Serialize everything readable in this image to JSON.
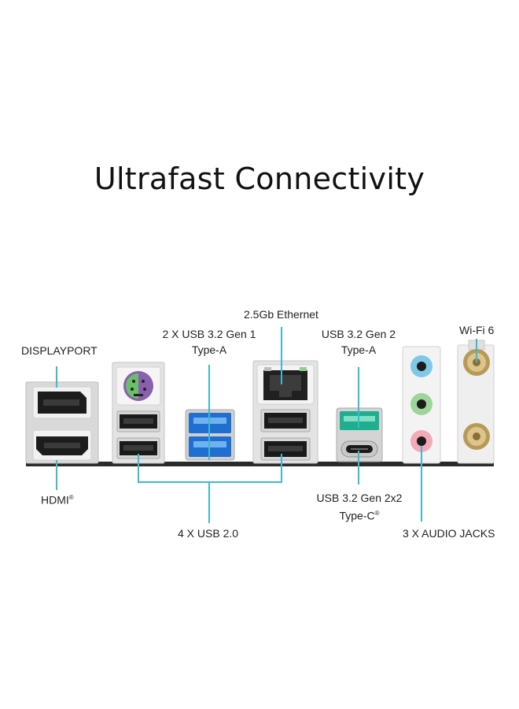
{
  "title": "Ultrafast Connectivity",
  "labels": {
    "ethernet": "2.5Gb Ethernet",
    "usb_gen1_line1": "2 X USB 3.2 Gen 1",
    "usb_gen1_line2": "Type-A",
    "usb_gen2_line1": "USB 3.2 Gen 2",
    "usb_gen2_line2": "Type-A",
    "wifi": "Wi-Fi 6",
    "displayport": "DISPLAYPORT",
    "hdmi": "HDMI",
    "hdmi_mark": "®",
    "usb20": "4 X USB 2.0",
    "usbc_line1": "USB 3.2 Gen 2x2",
    "usbc_line2": "Type-C",
    "usbc_mark": "®",
    "audio": "3 X AUDIO JACKS"
  },
  "colors": {
    "callout_line": "#3fb8d0",
    "usb3_blue": "#1f6fd1",
    "usb_gen2_teal": "#1fae8e",
    "audio_blue": "#7ec8e8",
    "audio_green": "#9fd49a",
    "audio_pink": "#f2a9b8",
    "ps2_purple": "#8a5fb0",
    "ps2_green": "#6cbf6a",
    "antenna_gold": "#c8a968",
    "board_dark": "#2b2b2b"
  },
  "icons": [
    "displayport-port",
    "hdmi-port",
    "ps2-port",
    "usb-a-port",
    "ethernet-port",
    "usb-c-port",
    "audio-jack",
    "antenna-connector"
  ]
}
